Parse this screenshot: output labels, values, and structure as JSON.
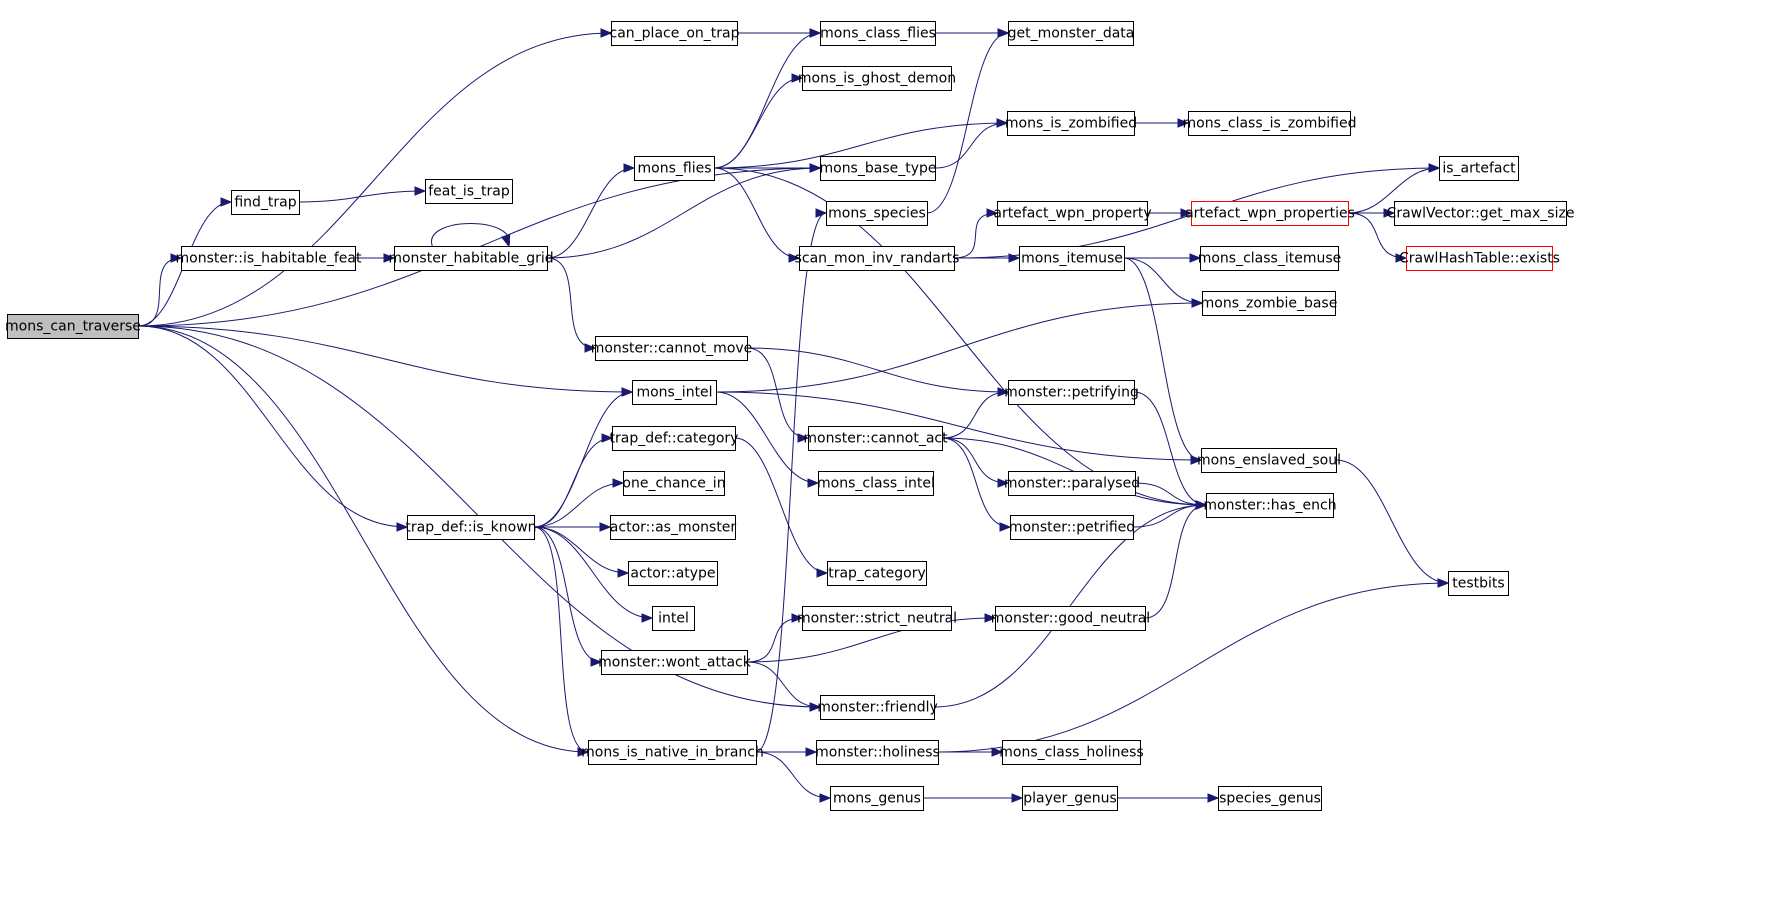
{
  "colors": {
    "edge": "#191970",
    "root_fill": "#bfbfbf",
    "truncated_border": "#ff0000"
  },
  "nodes": [
    {
      "id": "mons_can_traverse",
      "label": "mons_can_traverse",
      "kind": "root"
    },
    {
      "id": "can_place_on_trap",
      "label": "can_place_on_trap"
    },
    {
      "id": "mons_class_flies",
      "label": "mons_class_flies"
    },
    {
      "id": "get_monster_data",
      "label": "get_monster_data"
    },
    {
      "id": "mons_is_ghost_demon",
      "label": "mons_is_ghost_demon"
    },
    {
      "id": "mons_is_zombified",
      "label": "mons_is_zombified"
    },
    {
      "id": "mons_class_is_zombified",
      "label": "mons_class_is_zombified"
    },
    {
      "id": "find_trap",
      "label": "find_trap"
    },
    {
      "id": "feat_is_trap",
      "label": "feat_is_trap"
    },
    {
      "id": "mons_flies",
      "label": "mons_flies"
    },
    {
      "id": "mons_base_type",
      "label": "mons_base_type"
    },
    {
      "id": "is_artefact",
      "label": "is_artefact"
    },
    {
      "id": "mons_species",
      "label": "mons_species"
    },
    {
      "id": "artefact_wpn_property",
      "label": "artefact_wpn_property"
    },
    {
      "id": "artefact_wpn_properties",
      "label": "artefact_wpn_properties",
      "kind": "truncated"
    },
    {
      "id": "crawlvector_get_max_size",
      "label": "CrawlVector::get_max_size"
    },
    {
      "id": "is_habitable_feat",
      "label": "monster::is_habitable_feat"
    },
    {
      "id": "monster_habitable_grid",
      "label": "monster_habitable_grid"
    },
    {
      "id": "scan_mon_inv_randarts",
      "label": "scan_mon_inv_randarts"
    },
    {
      "id": "mons_itemuse",
      "label": "mons_itemuse"
    },
    {
      "id": "mons_class_itemuse",
      "label": "mons_class_itemuse"
    },
    {
      "id": "crawlhashtable_exists",
      "label": "CrawlHashTable::exists",
      "kind": "truncated"
    },
    {
      "id": "mons_zombie_base",
      "label": "mons_zombie_base"
    },
    {
      "id": "cannot_move",
      "label": "monster::cannot_move"
    },
    {
      "id": "mons_intel",
      "label": "mons_intel"
    },
    {
      "id": "petrifying",
      "label": "monster::petrifying"
    },
    {
      "id": "trap_category_m",
      "label": "trap_def::category"
    },
    {
      "id": "cannot_act",
      "label": "monster::cannot_act"
    },
    {
      "id": "mons_enslaved_soul",
      "label": "mons_enslaved_soul"
    },
    {
      "id": "one_chance_in",
      "label": "one_chance_in"
    },
    {
      "id": "mons_class_intel",
      "label": "mons_class_intel"
    },
    {
      "id": "paralysed",
      "label": "monster::paralysed"
    },
    {
      "id": "has_ench",
      "label": "monster::has_ench"
    },
    {
      "id": "is_known",
      "label": "trap_def::is_known"
    },
    {
      "id": "as_monster",
      "label": "actor::as_monster"
    },
    {
      "id": "petrified",
      "label": "monster::petrified"
    },
    {
      "id": "trap_category",
      "label": "trap_category"
    },
    {
      "id": "atype",
      "label": "actor::atype"
    },
    {
      "id": "testbits",
      "label": "testbits"
    },
    {
      "id": "intel",
      "label": "intel"
    },
    {
      "id": "strict_neutral",
      "label": "monster::strict_neutral"
    },
    {
      "id": "good_neutral",
      "label": "monster::good_neutral"
    },
    {
      "id": "wont_attack",
      "label": "monster::wont_attack"
    },
    {
      "id": "friendly",
      "label": "monster::friendly"
    },
    {
      "id": "native_in_branch",
      "label": "mons_is_native_in_branch"
    },
    {
      "id": "holiness",
      "label": "monster::holiness"
    },
    {
      "id": "mons_class_holiness",
      "label": "mons_class_holiness"
    },
    {
      "id": "mons_genus",
      "label": "mons_genus"
    },
    {
      "id": "player_genus",
      "label": "player_genus"
    },
    {
      "id": "species_genus",
      "label": "species_genus"
    }
  ],
  "edges": [
    [
      "mons_can_traverse",
      "can_place_on_trap"
    ],
    [
      "mons_can_traverse",
      "find_trap"
    ],
    [
      "mons_can_traverse",
      "is_habitable_feat"
    ],
    [
      "mons_can_traverse",
      "mons_base_type"
    ],
    [
      "mons_can_traverse",
      "mons_intel"
    ],
    [
      "mons_can_traverse",
      "is_known"
    ],
    [
      "mons_can_traverse",
      "friendly"
    ],
    [
      "mons_can_traverse",
      "native_in_branch"
    ],
    [
      "can_place_on_trap",
      "mons_class_flies"
    ],
    [
      "can_place_on_trap",
      "get_monster_data"
    ],
    [
      "mons_class_flies",
      "get_monster_data"
    ],
    [
      "find_trap",
      "feat_is_trap"
    ],
    [
      "is_habitable_feat",
      "monster_habitable_grid"
    ],
    [
      "monster_habitable_grid",
      "monster_habitable_grid"
    ],
    [
      "monster_habitable_grid",
      "mons_flies"
    ],
    [
      "monster_habitable_grid",
      "mons_base_type"
    ],
    [
      "monster_habitable_grid",
      "cannot_move"
    ],
    [
      "mons_flies",
      "mons_class_flies"
    ],
    [
      "mons_flies",
      "mons_is_ghost_demon"
    ],
    [
      "mons_flies",
      "mons_is_zombified"
    ],
    [
      "mons_flies",
      "mons_base_type"
    ],
    [
      "mons_flies",
      "scan_mon_inv_randarts"
    ],
    [
      "mons_flies",
      "has_ench"
    ],
    [
      "mons_base_type",
      "mons_is_zombified"
    ],
    [
      "mons_is_zombified",
      "mons_class_is_zombified"
    ],
    [
      "mons_species",
      "get_monster_data"
    ],
    [
      "scan_mon_inv_randarts",
      "is_artefact"
    ],
    [
      "scan_mon_inv_randarts",
      "artefact_wpn_property"
    ],
    [
      "scan_mon_inv_randarts",
      "mons_itemuse"
    ],
    [
      "artefact_wpn_property",
      "artefact_wpn_properties"
    ],
    [
      "artefact_wpn_properties",
      "is_artefact"
    ],
    [
      "artefact_wpn_properties",
      "crawlvector_get_max_size"
    ],
    [
      "artefact_wpn_properties",
      "crawlhashtable_exists"
    ],
    [
      "mons_itemuse",
      "mons_class_itemuse"
    ],
    [
      "mons_itemuse",
      "mons_zombie_base"
    ],
    [
      "mons_itemuse",
      "mons_enslaved_soul"
    ],
    [
      "cannot_move",
      "petrifying"
    ],
    [
      "cannot_move",
      "cannot_act"
    ],
    [
      "mons_intel",
      "mons_zombie_base"
    ],
    [
      "mons_intel",
      "mons_class_intel"
    ],
    [
      "mons_intel",
      "mons_enslaved_soul"
    ],
    [
      "petrifying",
      "has_ench"
    ],
    [
      "cannot_act",
      "petrifying"
    ],
    [
      "cannot_act",
      "paralysed"
    ],
    [
      "cannot_act",
      "petrified"
    ],
    [
      "cannot_act",
      "has_ench"
    ],
    [
      "paralysed",
      "has_ench"
    ],
    [
      "petrified",
      "has_ench"
    ],
    [
      "trap_category_m",
      "trap_category"
    ],
    [
      "mons_enslaved_soul",
      "testbits"
    ],
    [
      "is_known",
      "mons_intel"
    ],
    [
      "is_known",
      "trap_category_m"
    ],
    [
      "is_known",
      "one_chance_in"
    ],
    [
      "is_known",
      "as_monster"
    ],
    [
      "is_known",
      "atype"
    ],
    [
      "is_known",
      "intel"
    ],
    [
      "is_known",
      "wont_attack"
    ],
    [
      "is_known",
      "native_in_branch"
    ],
    [
      "wont_attack",
      "strict_neutral"
    ],
    [
      "wont_attack",
      "good_neutral"
    ],
    [
      "wont_attack",
      "friendly"
    ],
    [
      "good_neutral",
      "has_ench"
    ],
    [
      "friendly",
      "has_ench"
    ],
    [
      "native_in_branch",
      "mons_species"
    ],
    [
      "native_in_branch",
      "holiness"
    ],
    [
      "native_in_branch",
      "mons_genus"
    ],
    [
      "holiness",
      "mons_class_holiness"
    ],
    [
      "holiness",
      "testbits"
    ],
    [
      "mons_genus",
      "player_genus"
    ],
    [
      "player_genus",
      "species_genus"
    ]
  ]
}
